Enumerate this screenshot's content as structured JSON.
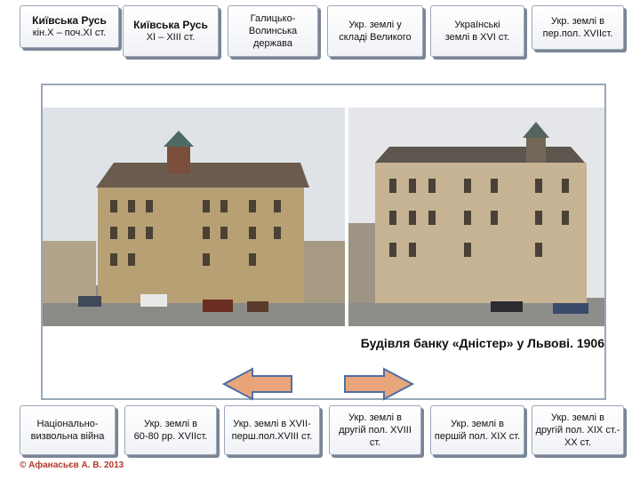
{
  "top_nav": [
    {
      "line1": "Київська Русь",
      "line2": "кін.Х – поч.ХІ ст."
    },
    {
      "line1": "Київська Русь",
      "line2": "ХІ – ХІІІ ст."
    },
    {
      "line1": "Галицько-",
      "line2": "Волинська держава"
    },
    {
      "line1": "Укр. землі у",
      "line2": "складі Великого"
    },
    {
      "line1": "Українські",
      "line2": "землі в ХVІ ст."
    },
    {
      "line1": "Укр. землі в",
      "line2": "пер.пол. ХVІІст."
    }
  ],
  "bottom_nav": [
    {
      "line1": "Національно-",
      "line2": "визвольна війна"
    },
    {
      "line1": "Укр. землі в",
      "line2": "60-80 рр. XVIIст."
    },
    {
      "line1": "Укр. землі в XVII-",
      "line2": "перш.пол.XVIII ст."
    },
    {
      "line1": "Укр. землі в",
      "line2": "другій пол. XVIII ст."
    },
    {
      "line1": "Укр. землі в",
      "line2": "першій пол. XIX ст."
    },
    {
      "line1": "Укр. землі в",
      "line2": "другій пол. XIX ст.-XX ст."
    }
  ],
  "caption": "Будівля банку «Дністер» у Львові. 1906",
  "copyright": "© Афанасьєв А. В. 2013",
  "colors": {
    "arrow_fill": "#e9a57a",
    "arrow_stroke": "#4f6ea3",
    "button_border": "#9aa7b8"
  }
}
